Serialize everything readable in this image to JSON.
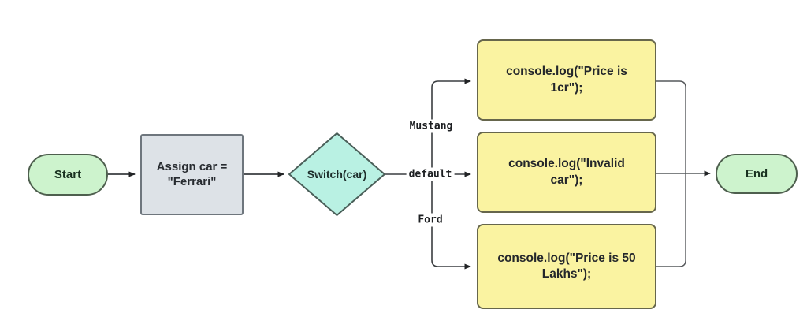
{
  "diagram": {
    "type": "flowchart",
    "nodes": {
      "start": {
        "id": "start",
        "shape": "terminator",
        "label": "Start"
      },
      "assign": {
        "id": "assign",
        "shape": "process",
        "line1": "Assign car =",
        "line2": "\"Ferrari\""
      },
      "switch": {
        "id": "switch",
        "shape": "decision",
        "label": "Switch(car)"
      },
      "case_mustang": {
        "id": "case-mustang",
        "shape": "process",
        "label": "console.log(\"Price is 1cr\");"
      },
      "case_default": {
        "id": "case-default",
        "shape": "process",
        "label": "console.log(\"Invalid car\");"
      },
      "case_ford": {
        "id": "case-ford",
        "shape": "process",
        "label": "console.log(\"Price is 50 Lakhs\");"
      },
      "end": {
        "id": "end",
        "shape": "terminator",
        "label": "End"
      }
    },
    "edges": {
      "start_to_assign": {
        "from": "start",
        "to": "assign",
        "label": ""
      },
      "assign_to_switch": {
        "from": "assign",
        "to": "switch",
        "label": ""
      },
      "switch_to_mustang": {
        "from": "switch",
        "to": "case_mustang",
        "label": "Mustang"
      },
      "switch_to_default": {
        "from": "switch",
        "to": "case_default",
        "label": "default"
      },
      "switch_to_ford": {
        "from": "switch",
        "to": "case_ford",
        "label": "Ford"
      },
      "cases_to_end": {
        "from": "cases",
        "to": "end",
        "label": ""
      }
    },
    "colors": {
      "terminator_fill": "#cdf3cd",
      "terminator_border": "#4e5f4e",
      "process_fill": "#dde2e7",
      "process_border": "#6e767d",
      "decision_fill": "#b9f1e3",
      "decision_border": "#4a5f59",
      "case_fill": "#faf3a1",
      "case_border": "#66664c",
      "connector": "#3a3d40",
      "text": "#24272b"
    }
  }
}
